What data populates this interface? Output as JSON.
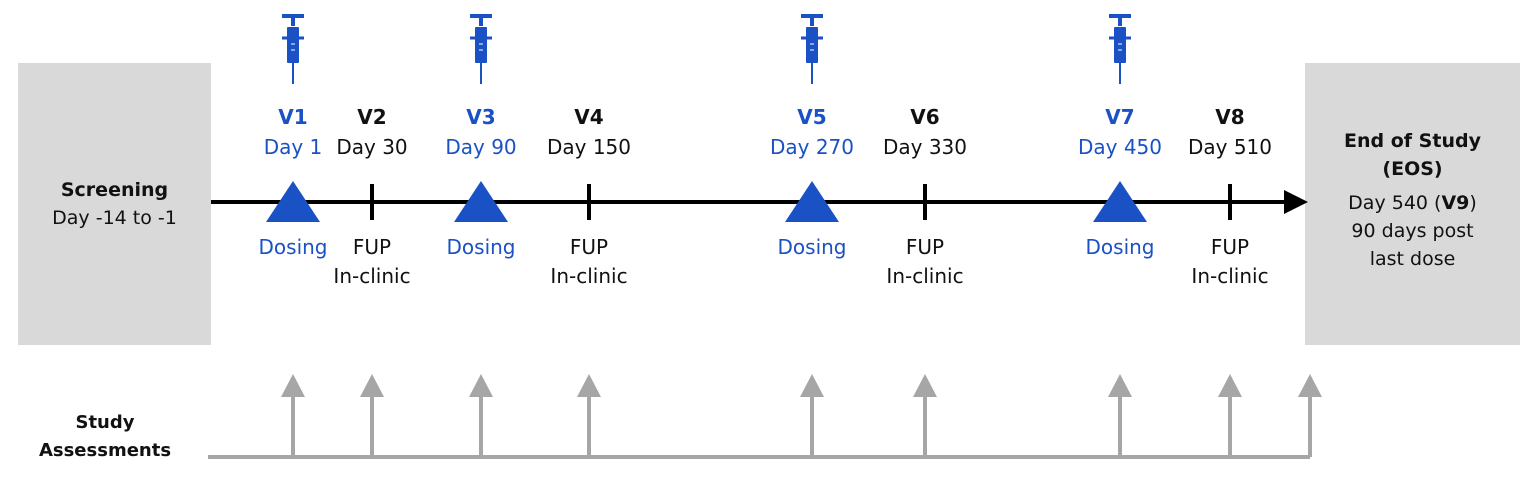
{
  "colors": {
    "dosing_blue": "#1a52c5",
    "timeline": "#000000",
    "assessment_gray": "#a6a6a6",
    "box_gray": "#d9d9d9"
  },
  "screening": {
    "title": "Screening",
    "days": "Day -14 to -1"
  },
  "end_of_study": {
    "title_line1": "End of Study",
    "title_line2": "(EOS)",
    "day_prefix": "Day 540 (",
    "day_visit": "V9",
    "day_suffix": ")",
    "line2": "90 days post",
    "line3": "last dose"
  },
  "visits": [
    {
      "id": "V1",
      "day": "Day 1",
      "type": "dosing",
      "event": "Dosing",
      "event2": ""
    },
    {
      "id": "V2",
      "day": "Day 30",
      "type": "fup",
      "event": "FUP",
      "event2": "In-clinic"
    },
    {
      "id": "V3",
      "day": "Day 90",
      "type": "dosing",
      "event": "Dosing",
      "event2": ""
    },
    {
      "id": "V4",
      "day": "Day 150",
      "type": "fup",
      "event": "FUP",
      "event2": "In-clinic"
    },
    {
      "id": "V5",
      "day": "Day 270",
      "type": "dosing",
      "event": "Dosing",
      "event2": ""
    },
    {
      "id": "V6",
      "day": "Day 330",
      "type": "fup",
      "event": "FUP",
      "event2": "In-clinic"
    },
    {
      "id": "V7",
      "day": "Day 450",
      "type": "dosing",
      "event": "Dosing",
      "event2": ""
    },
    {
      "id": "V8",
      "day": "Day 510",
      "type": "fup",
      "event": "FUP",
      "event2": "In-clinic"
    }
  ],
  "assessments": {
    "label_line1": "Study",
    "label_line2": "Assessments"
  },
  "icons": {
    "dosing": "syringe-icon",
    "dosing_marker": "triangle-marker",
    "fup_marker": "tick-marker",
    "assessment": "up-arrow-icon"
  }
}
